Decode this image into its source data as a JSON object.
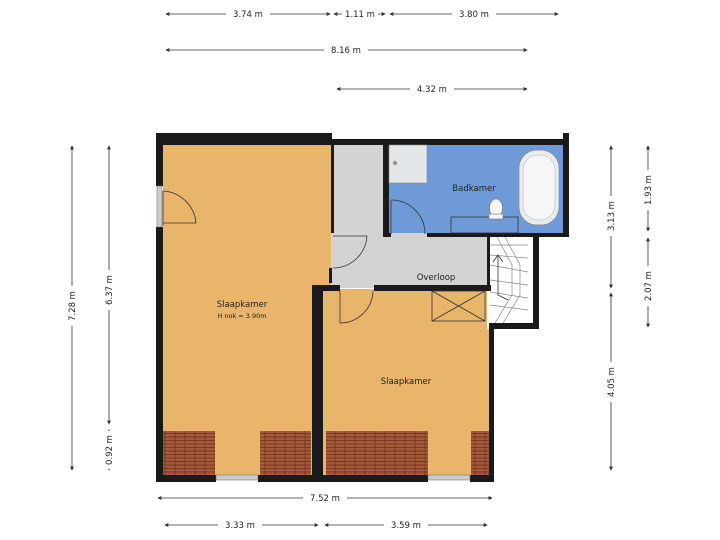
{
  "colors": {
    "wall": "#1a1a1a",
    "bedroom": "#e8b56a",
    "bathroom": "#6f9ad8",
    "landing": "#d3d3d3",
    "roof_tiles": "#a55a3a",
    "window": "#c8ccd0",
    "dim_line": "#333333"
  },
  "rooms": {
    "bedroom_left": {
      "name": "Slaapkamer",
      "note": "H nok = 3.90m"
    },
    "bedroom_right": {
      "name": "Slaapkamer"
    },
    "bathroom": {
      "name": "Badkamer"
    },
    "landing": {
      "name": "Overloop"
    }
  },
  "dimensions": {
    "top_row1": [
      "3.74 m",
      "1.11 m",
      "3.80 m"
    ],
    "top_total": "8.16 m",
    "top_partial": "4.32 m",
    "left_outer": "7.28 m",
    "left_inner": "6.37 m",
    "left_bottom": "0.92 m",
    "right_inner_top": "3.13 m",
    "right_inner_bottom": "4.05 m",
    "right_outer_top": "1.93 m",
    "right_outer_bottom": "2.07 m",
    "bottom_total": "7.52 m",
    "bottom_row": [
      "3.33 m",
      "3.59 m"
    ]
  }
}
